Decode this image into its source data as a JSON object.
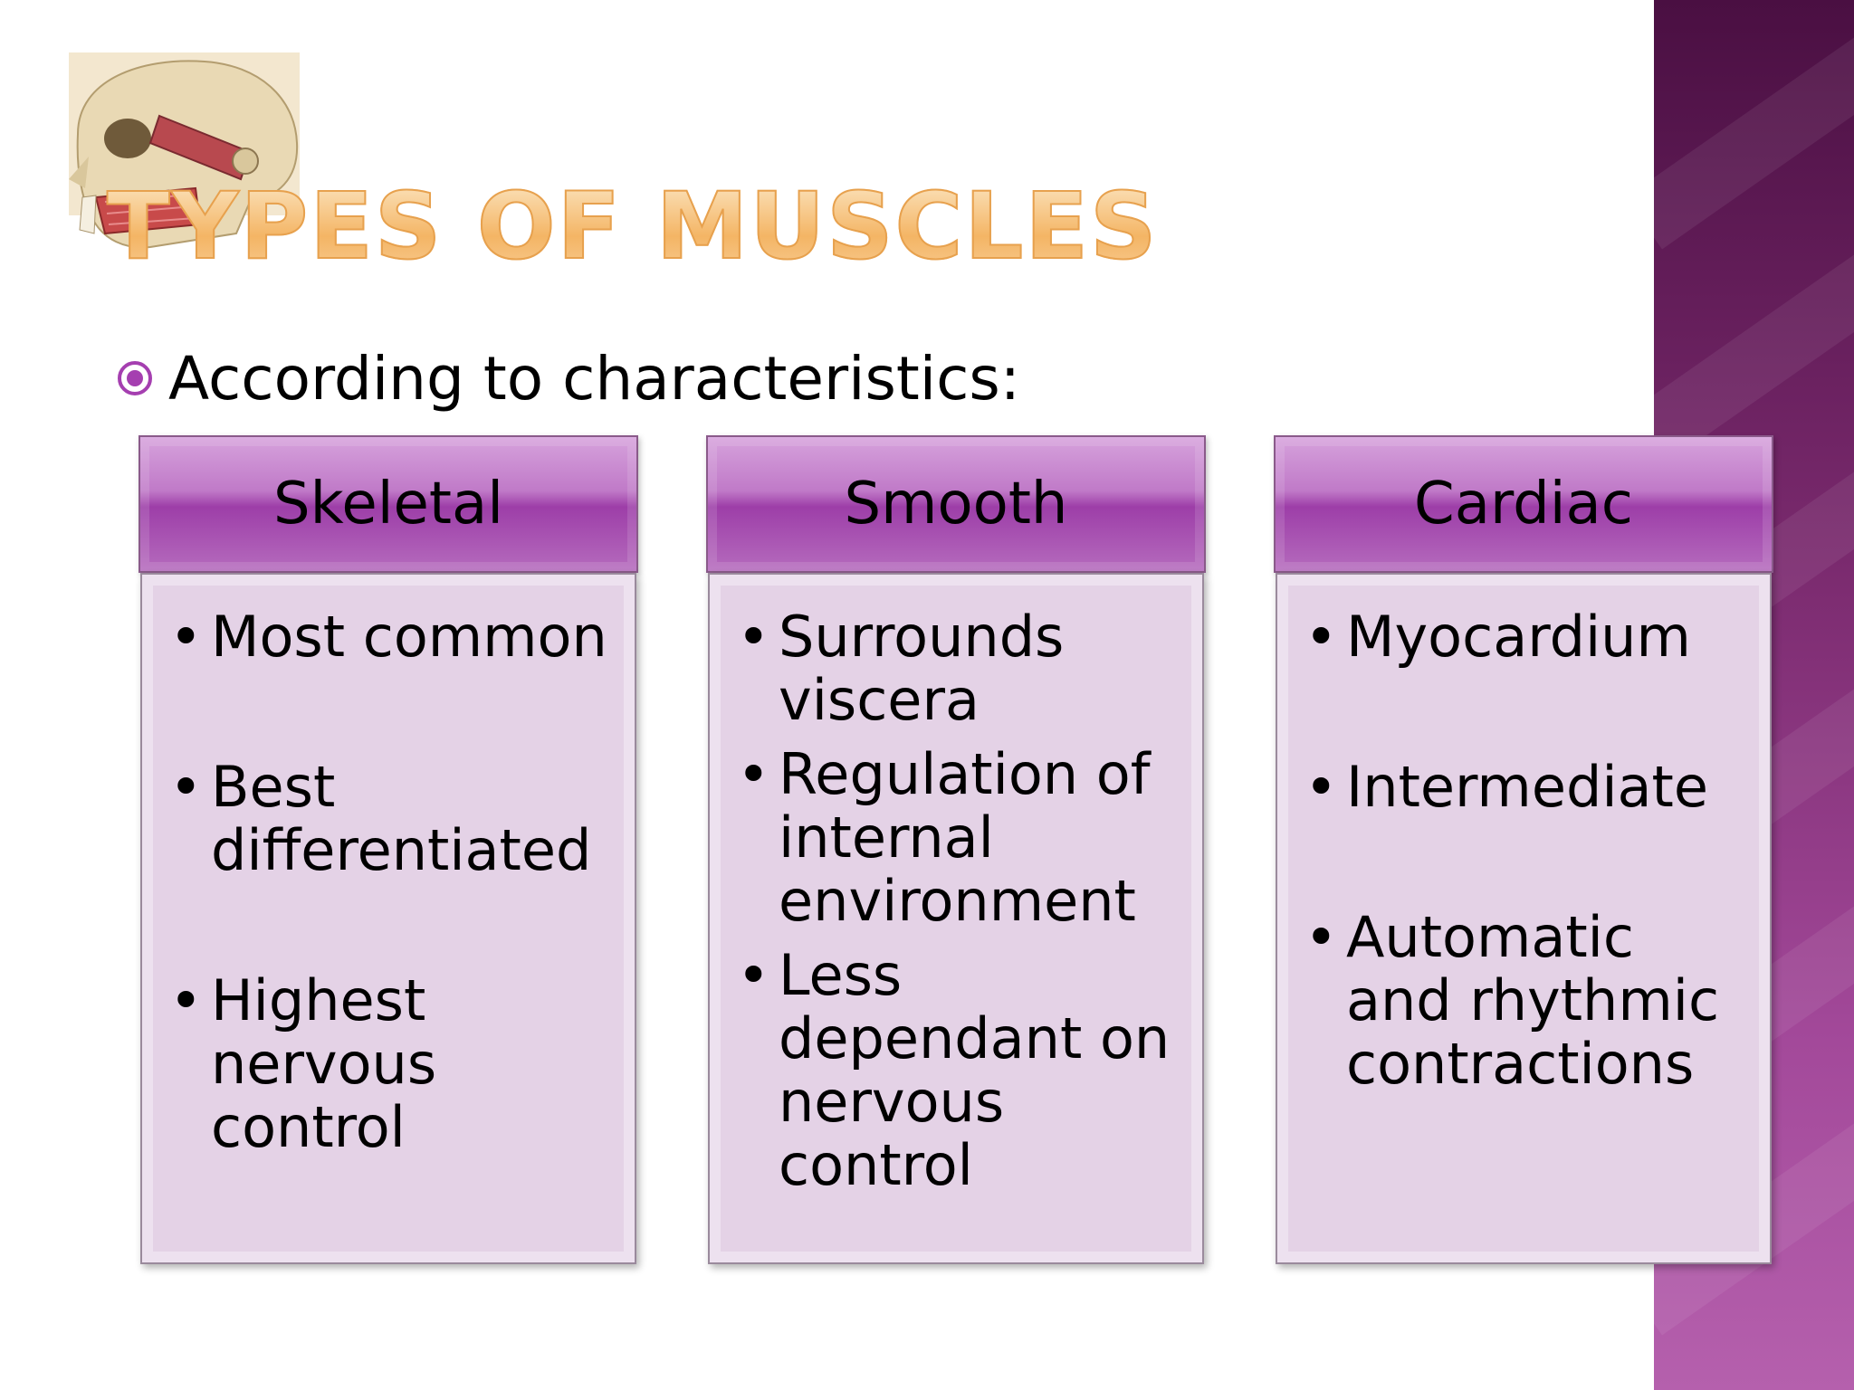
{
  "slide": {
    "title": "TYPES OF MUSCLES",
    "intro": "According to characteristics:",
    "bullet_icon": "target-circle-icon",
    "accent_color": "#a53fb0",
    "title_color": "#f4b565",
    "illustration": "skull-jaw-muscle-illustration"
  },
  "columns": [
    {
      "header": "Skeletal",
      "items": [
        "Most common",
        "Best differentiated",
        "Highest nervous control"
      ]
    },
    {
      "header": "Smooth",
      "items": [
        "Surrounds viscera",
        "Regulation of internal environment",
        "Less dependant on nervous control"
      ]
    },
    {
      "header": "Cardiac",
      "items": [
        "Myocardium",
        "Intermediate",
        "Automatic and rhythmic contractions"
      ]
    }
  ]
}
